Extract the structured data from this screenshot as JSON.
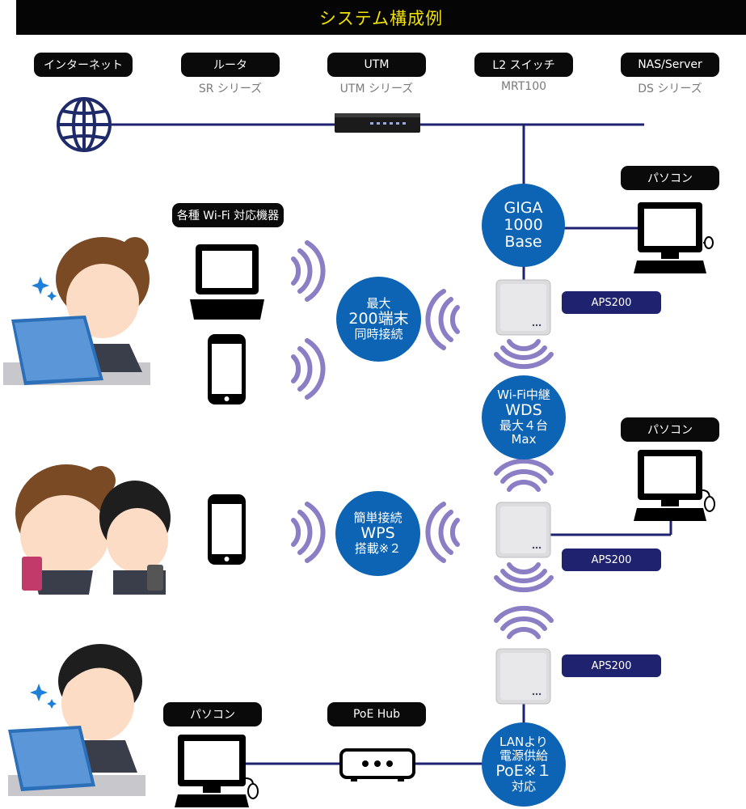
{
  "title": "システム構成例",
  "top_labels": [
    {
      "label": "インターネット",
      "sub": ""
    },
    {
      "label": "ルータ",
      "sub": "SR シリーズ"
    },
    {
      "label": "UTM",
      "sub": "UTM シリーズ"
    },
    {
      "label": "L2 スイッチ",
      "sub": "MRT100"
    },
    {
      "label": "NAS/Server",
      "sub": "DS シリーズ"
    }
  ],
  "pc_label_1": "パソコン",
  "pc_label_2": "パソコン",
  "pc_label_3": "パソコン",
  "wifi_devices_label": "各種 Wi-Fi 対応機器",
  "poe_hub_label": "PoE Hub",
  "ap_labels": [
    "APS200",
    "APS200",
    "APS200"
  ],
  "circles": {
    "giga": [
      "GIGA",
      "1000",
      "Base"
    ],
    "clients": [
      "最大",
      "200端末",
      "同時接続"
    ],
    "wds": [
      "Wi-Fi中継",
      "WDS",
      "最大４台",
      "Max"
    ],
    "wps": [
      "簡単接続",
      "WPS",
      "搭載※２"
    ],
    "poe": [
      "LANより",
      "電源供給",
      "PoE※１",
      "対応"
    ]
  },
  "colors": {
    "line": "#1f226f",
    "circle": "#0e64b4",
    "wave": "#8b7ec4",
    "title_text": "#f2e200"
  },
  "icons": [
    "globe-icon",
    "utm-device-icon",
    "laptop-icon",
    "smartphone-icon",
    "desktop-pc-icon",
    "access-point-icon",
    "poe-hub-icon",
    "wifi-wave-icon",
    "person-illustration"
  ]
}
